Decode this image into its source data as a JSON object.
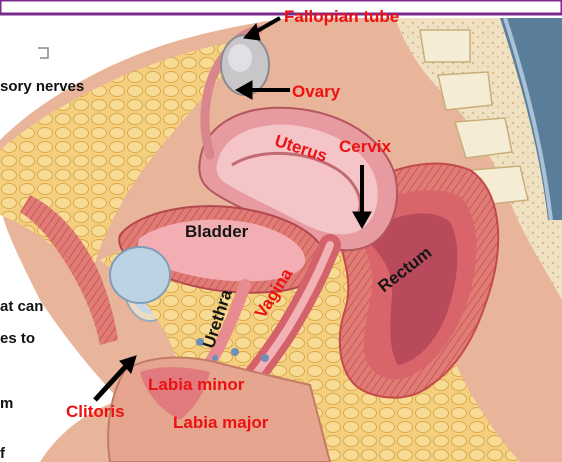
{
  "labels": {
    "fallopian_tube": "Fallopian tube",
    "ovary": "Ovary",
    "uterus": "Uterus",
    "cervix": "Cervix",
    "bladder": "Bladder",
    "rectum": "Rectum",
    "urethra": "Urethra",
    "vagina": "Vagina",
    "labia_minor": "Labia minor",
    "clitoris": "Clitoris",
    "labia_major": "Labia major"
  },
  "side_text": {
    "line1": "sory nerves",
    "line2": "at can",
    "line3": "es to",
    "line4": "m",
    "line5": "f"
  },
  "colors": {
    "label_red": "#ee1111",
    "frame_purple": "#7a2a8c",
    "fat_yellow": "#f0cc7a",
    "tissue_pink": "#e58a8a",
    "skin": "#e8b49a",
    "bladder_blue": "#b9cfe0"
  }
}
